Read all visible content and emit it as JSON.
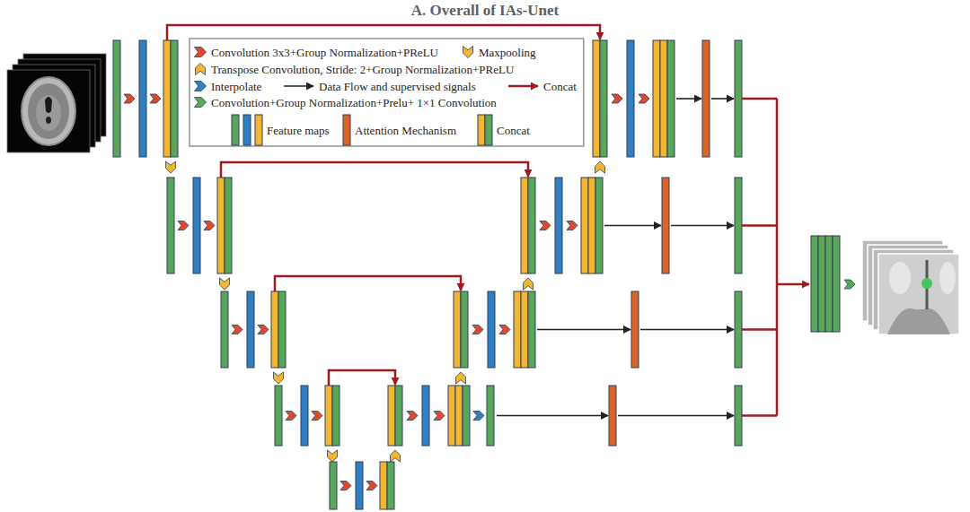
{
  "diagram": {
    "title": "A. Overall of IAs-Unet",
    "legend": [
      {
        "text": "Convolution 3x3+Group Normalization+PReLU"
      },
      {
        "text": "Maxpooling"
      },
      {
        "text": "Transpose Convolution, Stride: 2+Group Normalization+PReLU"
      },
      {
        "text": "Interpolate"
      },
      {
        "text": "Data Flow and supervised signals"
      },
      {
        "text": "Concat"
      },
      {
        "text": "Convolution+Group Normalization+Prelu+ 1×1 Convolution"
      },
      {
        "text": "Feature maps"
      },
      {
        "text": "Attention Mechanism"
      },
      {
        "text": "Concat"
      }
    ]
  }
}
